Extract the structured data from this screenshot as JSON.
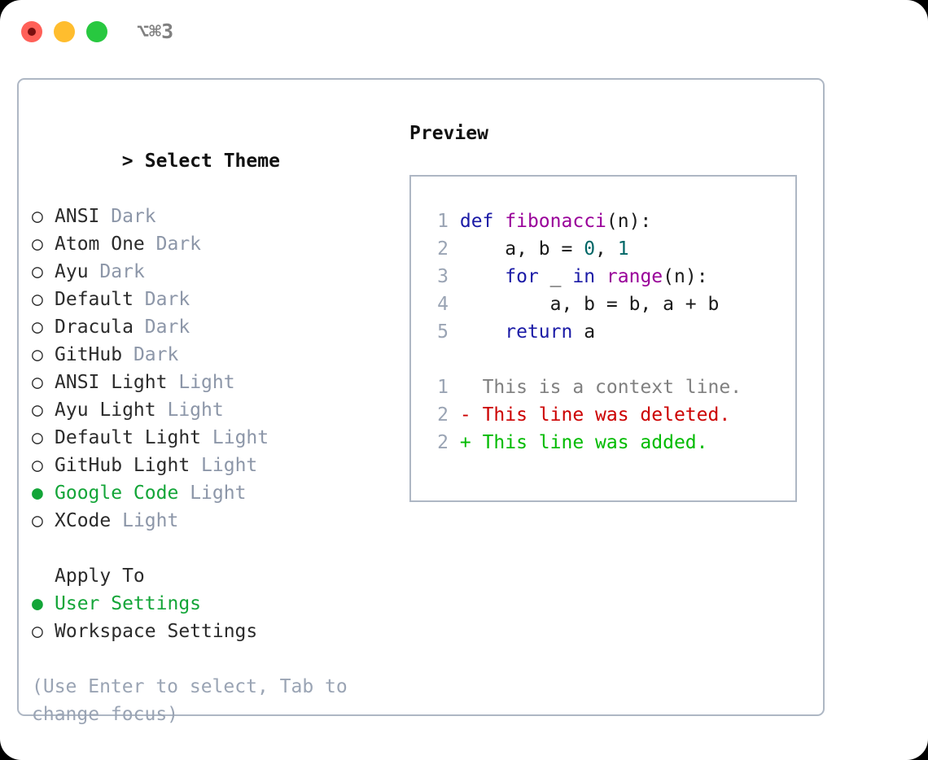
{
  "window": {
    "traffic_lights": [
      "close-red",
      "minimize-yellow",
      "maximize-green"
    ],
    "shortcut": "⌥⌘3"
  },
  "colors": {
    "selected_green": "#13a538",
    "tag_gray": "#8c96a8",
    "hint_gray": "#9aa4b4",
    "border": "#aeb7c4",
    "keyword": "#1a1aa6",
    "function": "#990099",
    "number": "#006666",
    "diff_deleted": "#cc0000",
    "diff_added": "#00bb00",
    "context": "#808080",
    "lineno": "#9aa4b4"
  },
  "theme_picker": {
    "header_prefix": "> ",
    "header": "Select Theme",
    "marker_unselected": "○ ",
    "marker_selected": "● ",
    "items": [
      {
        "name": "ANSI",
        "tag": "Dark",
        "selected": false
      },
      {
        "name": "Atom One",
        "tag": "Dark",
        "selected": false
      },
      {
        "name": "Ayu",
        "tag": "Dark",
        "selected": false
      },
      {
        "name": "Default",
        "tag": "Dark",
        "selected": false
      },
      {
        "name": "Dracula",
        "tag": "Dark",
        "selected": false
      },
      {
        "name": "GitHub",
        "tag": "Dark",
        "selected": false
      },
      {
        "name": "ANSI Light",
        "tag": "Light",
        "selected": false
      },
      {
        "name": "Ayu Light",
        "tag": "Light",
        "selected": false
      },
      {
        "name": "Default Light",
        "tag": "Light",
        "selected": false
      },
      {
        "name": "GitHub Light",
        "tag": "Light",
        "selected": false
      },
      {
        "name": "Google Code",
        "tag": "Light",
        "selected": true
      },
      {
        "name": "XCode",
        "tag": "Light",
        "selected": false
      }
    ]
  },
  "apply_to": {
    "title": "Apply To",
    "items": [
      {
        "name": "User Settings",
        "selected": true
      },
      {
        "name": "Workspace Settings",
        "selected": false
      }
    ]
  },
  "hint": "(Use Enter to select, Tab to change focus)",
  "preview": {
    "title": "Preview",
    "code_lines": [
      {
        "no": "1",
        "tokens": [
          {
            "t": "def",
            "c": "kw"
          },
          {
            "t": " ",
            "c": "plain"
          },
          {
            "t": "fibonacci",
            "c": "fn"
          },
          {
            "t": "(n):",
            "c": "plain"
          }
        ]
      },
      {
        "no": "2",
        "tokens": [
          {
            "t": "    a, b = ",
            "c": "plain"
          },
          {
            "t": "0",
            "c": "num"
          },
          {
            "t": ", ",
            "c": "plain"
          },
          {
            "t": "1",
            "c": "num"
          }
        ]
      },
      {
        "no": "3",
        "tokens": [
          {
            "t": "    ",
            "c": "plain"
          },
          {
            "t": "for",
            "c": "kw"
          },
          {
            "t": " _ ",
            "c": "plain"
          },
          {
            "t": "in",
            "c": "kw"
          },
          {
            "t": " ",
            "c": "plain"
          },
          {
            "t": "range",
            "c": "fn"
          },
          {
            "t": "(n):",
            "c": "plain"
          }
        ]
      },
      {
        "no": "4",
        "tokens": [
          {
            "t": "        a, b = b, a + b",
            "c": "plain"
          }
        ]
      },
      {
        "no": "5",
        "tokens": [
          {
            "t": "    ",
            "c": "plain"
          },
          {
            "t": "return",
            "c": "kw"
          },
          {
            "t": " a",
            "c": "plain"
          }
        ]
      }
    ],
    "diff_lines": [
      {
        "no": "1",
        "sign": "  ",
        "text": "This is a context line.",
        "kind": "ctx"
      },
      {
        "no": "2",
        "sign": "- ",
        "text": "This line was deleted.",
        "kind": "del"
      },
      {
        "no": "2",
        "sign": "+ ",
        "text": "This line was added.",
        "kind": "add"
      }
    ]
  }
}
